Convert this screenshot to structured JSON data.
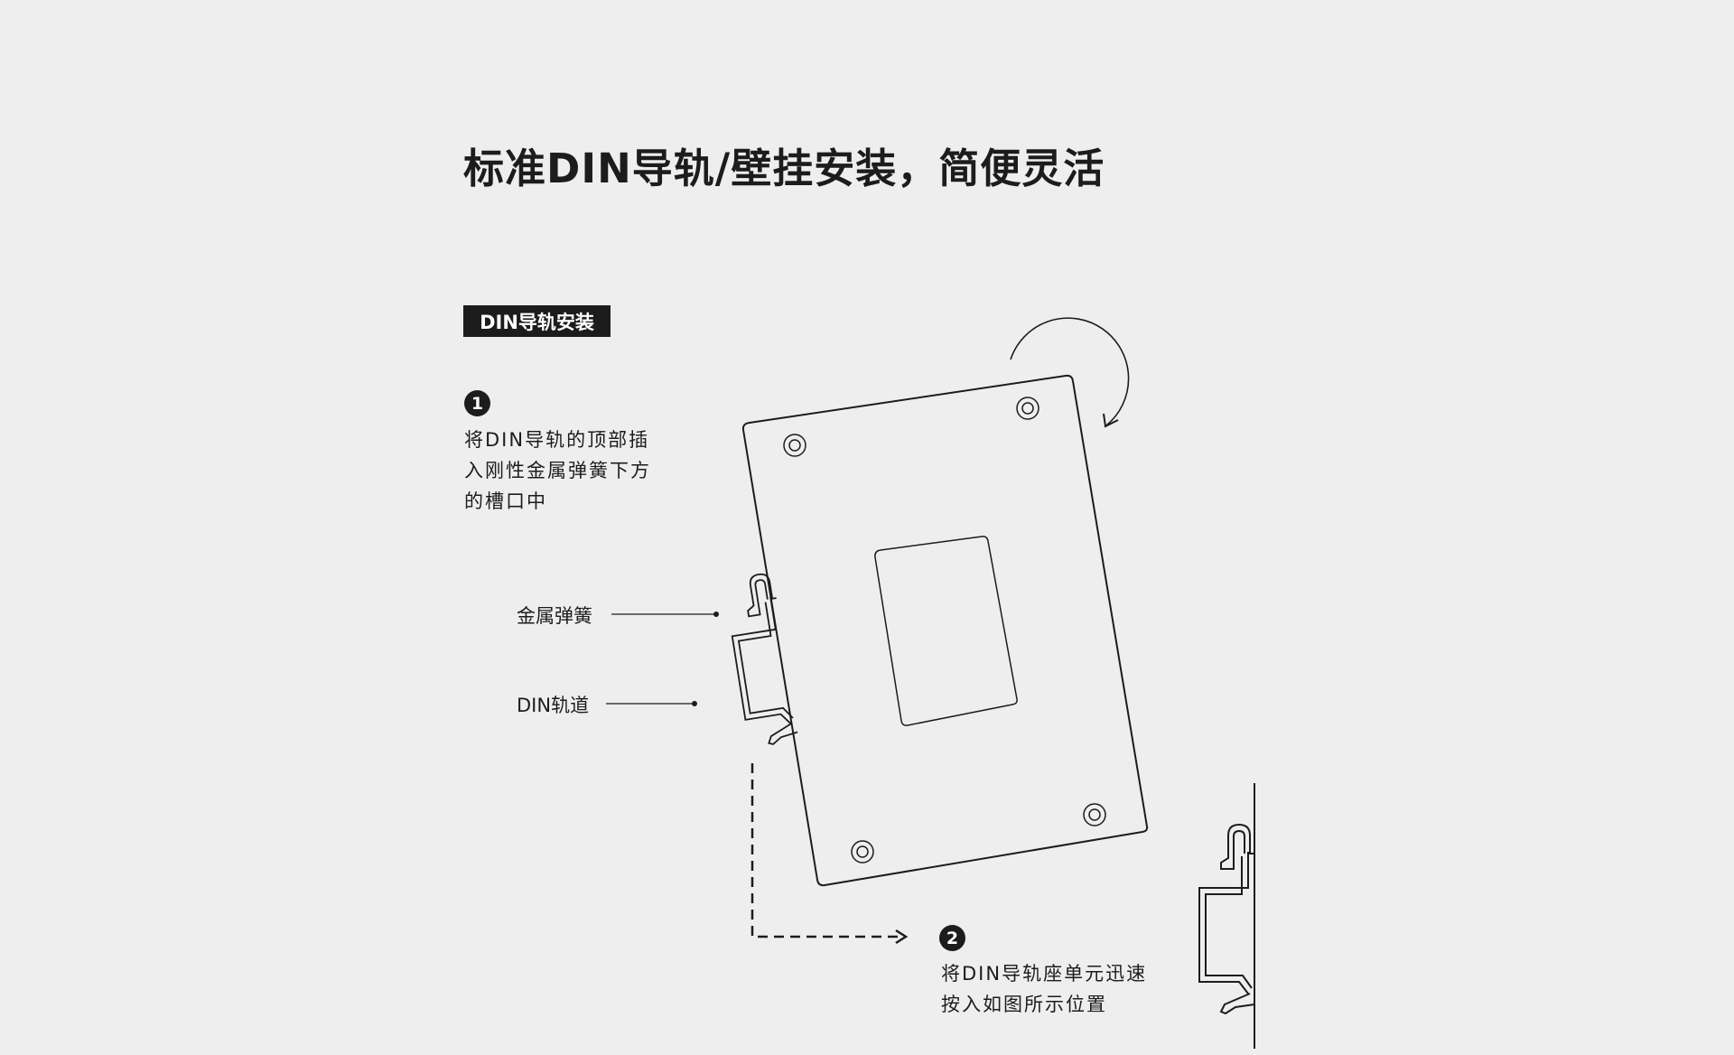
{
  "title": "标准DIN导轨/壁挂安装，简便灵活",
  "section_badge": "DIN导轨安装",
  "steps": [
    {
      "number": "1",
      "lines": [
        "将DIN导轨的顶部插",
        "入刚性金属弹簧下方",
        "的槽口中"
      ]
    },
    {
      "number": "2",
      "lines": [
        "将DIN导轨座单元迅速",
        "按入如图所示位置"
      ]
    }
  ],
  "callouts": {
    "spring": "金属弹簧",
    "rail": "DIN轨道"
  }
}
